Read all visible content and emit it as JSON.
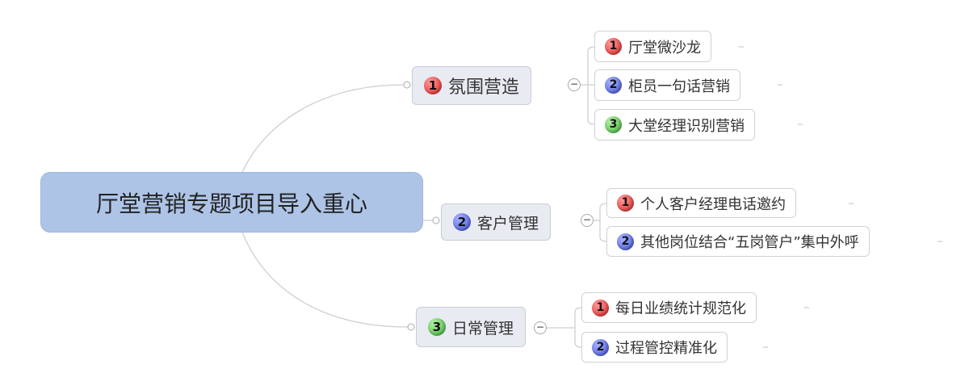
{
  "root": {
    "label": "厅堂营销专题项目导入重心"
  },
  "branches": [
    {
      "num": "1",
      "label": "氛围营造",
      "color": "#e02424",
      "collapse": "−",
      "children": [
        {
          "num": "1",
          "label": "厅堂微沙龙"
        },
        {
          "num": "2",
          "label": "柜员一句话营销"
        },
        {
          "num": "3",
          "label": "大堂经理识别营销"
        }
      ]
    },
    {
      "num": "2",
      "label": "客户管理",
      "color": "#3f4fd6",
      "collapse": "−",
      "children": [
        {
          "num": "1",
          "label": "个人客户经理电话邀约"
        },
        {
          "num": "2",
          "label": "其他岗位结合“五岗管户”集中外呼"
        }
      ]
    },
    {
      "num": "3",
      "label": "日常管理",
      "color": "#3fb53a",
      "collapse": "−",
      "children": [
        {
          "num": "1",
          "label": "每日业绩统计规范化"
        },
        {
          "num": "2",
          "label": "过程管控精准化"
        }
      ]
    }
  ]
}
